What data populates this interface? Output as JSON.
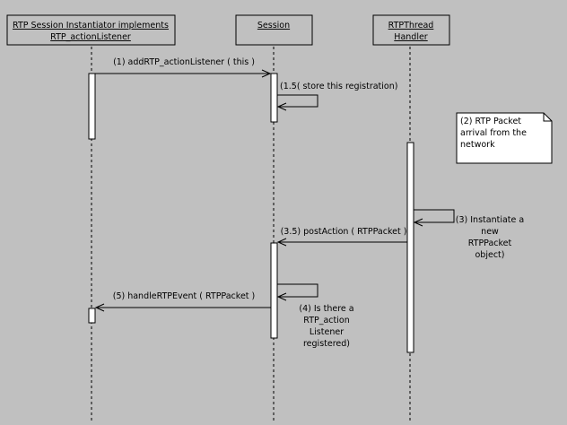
{
  "diagram": {
    "background_color": "#c0c0c0",
    "participants": [
      {
        "id": "instantiator",
        "line1": "RTP Session Instantiator implements",
        "line2": "RTP_actionListener"
      },
      {
        "id": "session",
        "line1": "Session"
      },
      {
        "id": "handler",
        "line1": "RTPThread",
        "line2": "Handler"
      }
    ],
    "messages": [
      {
        "id": "m1",
        "label": "(1) addRTP_actionListener ( this )"
      },
      {
        "id": "m15",
        "label": "(1.5( store this registration)"
      },
      {
        "id": "m3",
        "lines": [
          "(3) Instantiate a",
          "new",
          "RTPPacket",
          "object)"
        ]
      },
      {
        "id": "m35",
        "label": "(3.5) postAction ( RTPPacket )"
      },
      {
        "id": "m4",
        "lines": [
          "(4) Is there a",
          "RTP_action",
          "Listener",
          "registered)"
        ]
      },
      {
        "id": "m5",
        "label": "(5) handleRTPEvent ( RTPPacket )"
      }
    ],
    "note": {
      "lines": [
        "(2) RTP Packet",
        "arrival from the",
        "network"
      ]
    }
  }
}
